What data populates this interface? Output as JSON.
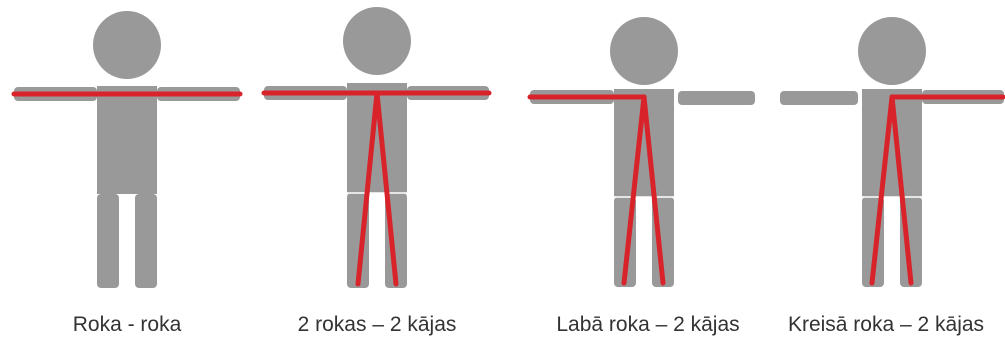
{
  "colors": {
    "figure_gray": "#999999",
    "measure_line_red": "#d9232b",
    "caption_text": "#333333",
    "seam": "#ffffff"
  },
  "figures": [
    {
      "id": "roka-roka",
      "caption": "Roka - roka",
      "arms": "both",
      "measure_arms": "both",
      "measure_legs": false
    },
    {
      "id": "2-rokas-2-kajas",
      "caption": "2 rokas – 2 kājas",
      "arms": "both",
      "measure_arms": "both",
      "measure_legs": true
    },
    {
      "id": "laba-roka-2-kajas",
      "caption": "Labā roka – 2 kājas",
      "arms": "both",
      "measure_arms": "left",
      "measure_legs": true
    },
    {
      "id": "kreisa-roka-2-kajas",
      "caption": "Kreisā roka – 2 kājas",
      "arms": "both",
      "measure_arms": "right",
      "measure_legs": true
    }
  ]
}
